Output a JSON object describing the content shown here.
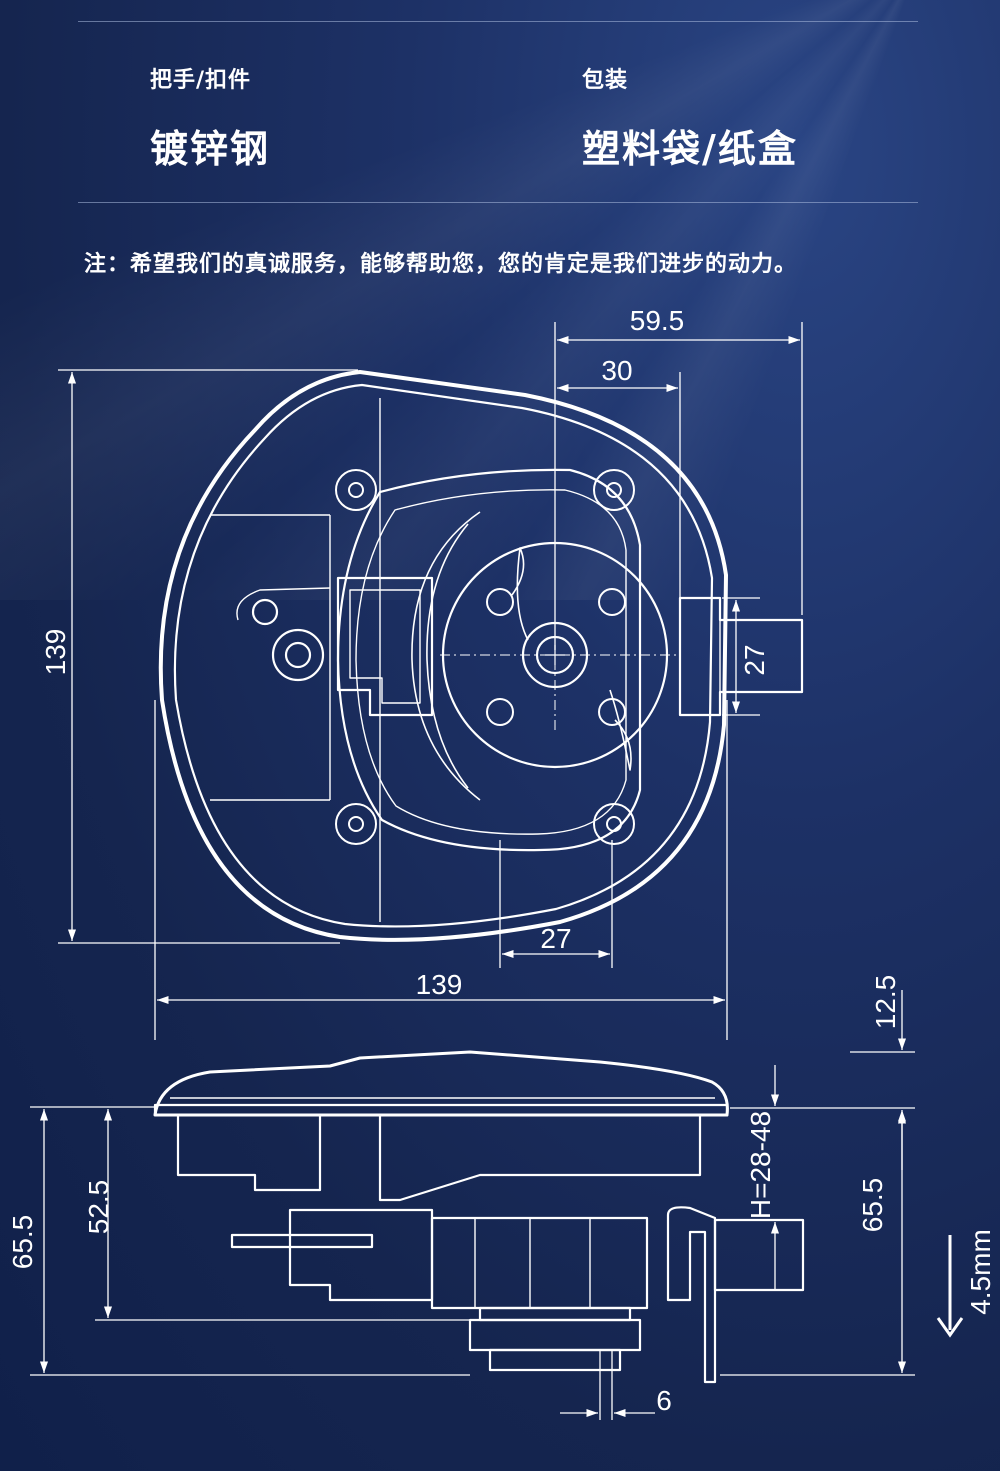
{
  "specs": [
    {
      "label": "把手/扣件",
      "value": "镀锌钢"
    },
    {
      "label": "包装",
      "value": "塑料袋/纸盒"
    }
  ],
  "note": "注：希望我们的真诚服务，能够帮助您，您的肯定是我们进步的动力。",
  "dimensions": {
    "top_width_total": "59.5",
    "top_width_half": "30",
    "top_height": "139",
    "side_tab": "27",
    "bottom_inner": "27",
    "bottom_width": "139",
    "flange": "12.5",
    "left_total": "65.5",
    "left_depth": "52.5",
    "grip_range": "H=28-48",
    "right_total": "65.5",
    "bottom_tab": "6",
    "offset": "4.5mm"
  },
  "colors": {
    "background": "#15254f",
    "line": "#ffffff",
    "divider": "#aab9dc"
  }
}
